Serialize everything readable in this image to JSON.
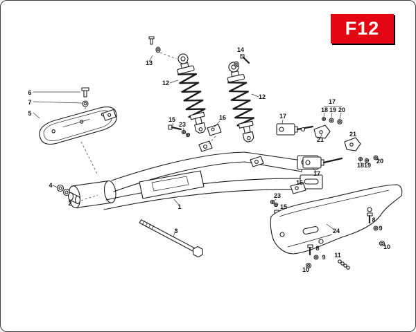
{
  "page": {
    "code": "F12",
    "badge_color": "#e30613",
    "background": "#ffffff"
  },
  "diagram": {
    "labels": [
      {
        "text": "13"
      },
      {
        "text": "12"
      },
      {
        "text": "14"
      },
      {
        "text": "12"
      },
      {
        "text": "6"
      },
      {
        "text": "7"
      },
      {
        "text": "5"
      },
      {
        "text": "15"
      },
      {
        "text": "23"
      },
      {
        "text": "16"
      },
      {
        "text": "17"
      },
      {
        "text": "17"
      },
      {
        "text": "18"
      },
      {
        "text": "19"
      },
      {
        "text": "20"
      },
      {
        "text": "21"
      },
      {
        "text": "21"
      },
      {
        "text": "18"
      },
      {
        "text": "19"
      },
      {
        "text": "20"
      },
      {
        "text": "17"
      },
      {
        "text": "16"
      },
      {
        "text": "23"
      },
      {
        "text": "15"
      },
      {
        "text": "4"
      },
      {
        "text": "2"
      },
      {
        "text": "1"
      },
      {
        "text": "3"
      },
      {
        "text": "24"
      },
      {
        "text": "8"
      },
      {
        "text": "9"
      },
      {
        "text": "10"
      },
      {
        "text": "8"
      },
      {
        "text": "9"
      },
      {
        "text": "10"
      },
      {
        "text": "11"
      }
    ]
  }
}
